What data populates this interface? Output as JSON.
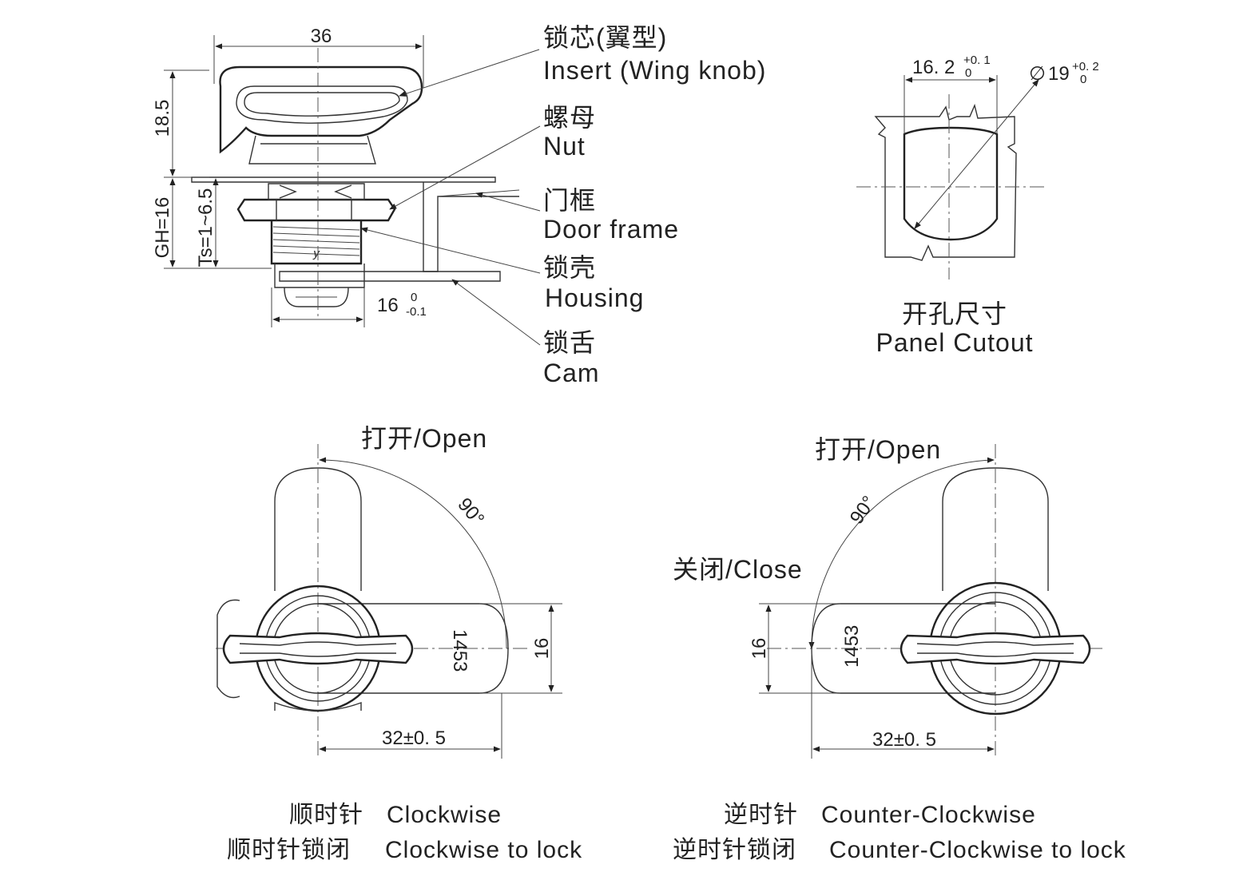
{
  "callouts": {
    "insert_cn": "锁芯(翼型)",
    "insert_en": "Insert  (Wing knob)",
    "nut_cn": "螺母",
    "nut_en": "Nut",
    "frame_cn": "门框",
    "frame_en": "Door frame",
    "housing_cn": "锁壳",
    "housing_en": "Housing",
    "cam_cn": "锁舌",
    "cam_en": "Cam"
  },
  "side_view_dims": {
    "width": "36",
    "height": "18.5",
    "gh": "GH=16",
    "ts": "Ts=1~6.5",
    "housing_base": "16",
    "housing_tol_upper": "0",
    "housing_tol_lower": "-0.1",
    "housing_mark": "y"
  },
  "cutout": {
    "width_base": "16. 2",
    "width_tol_upper": "+0. 1",
    "width_tol_lower": "0",
    "dia_symbol": "∅",
    "dia_base": "19",
    "dia_tol_upper": "+0. 2",
    "dia_tol_lower": "0",
    "title_cn": "开孔尺寸",
    "title_en": "Panel  Cutout"
  },
  "clockwise": {
    "open_label": "打开/Open",
    "angle": "90°",
    "cam_width": "16",
    "length": "32±0. 5",
    "part_number": "1453",
    "caption_cn": "顺时针",
    "caption_en": "Clockwise",
    "caption2_cn": "顺时针锁闭",
    "caption2_en": "Clockwise to lock"
  },
  "counter_clockwise": {
    "open_label": "打开/Open",
    "close_label": "关闭/Close",
    "angle": "90°",
    "cam_width": "16",
    "length": "32±0. 5",
    "part_number": "1453",
    "caption_cn": "逆时针",
    "caption_en": "Counter-Clockwise",
    "caption2_cn": "逆时针锁闭",
    "caption2_en": "Counter-Clockwise to lock"
  }
}
